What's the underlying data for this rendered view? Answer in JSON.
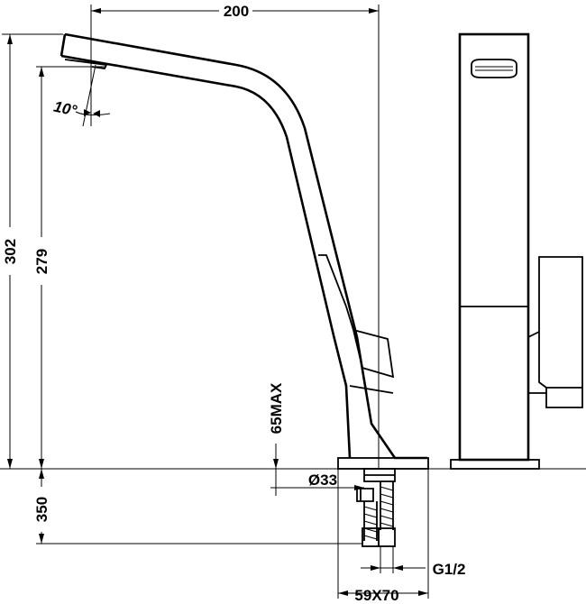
{
  "dimensions": {
    "width_top": "200",
    "total_height": "302",
    "spout_height": "279",
    "angle": "10°",
    "max_thickness": "65MAX",
    "hole_diameter": "Ø33",
    "hose_length": "350",
    "thread": "G1/2",
    "base_size": "59X70"
  },
  "colors": {
    "line": "#000000",
    "background": "#ffffff"
  }
}
